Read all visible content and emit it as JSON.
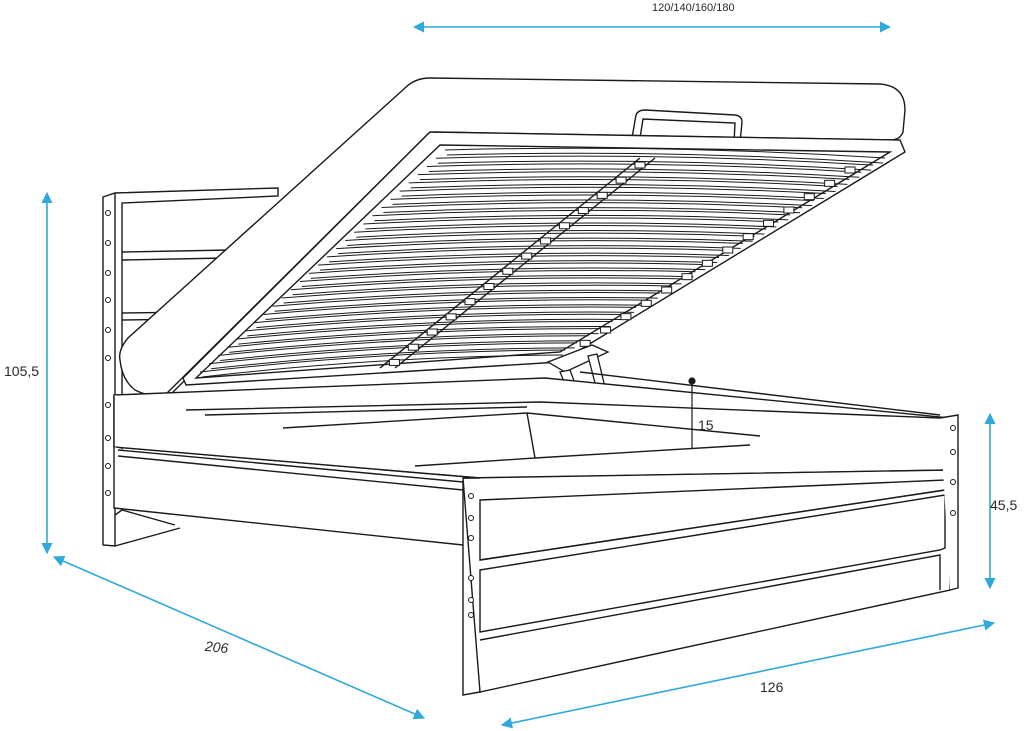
{
  "dimensions": {
    "width_options": "120/140/160/180",
    "total_height": "105,5",
    "frame_height": "45,5",
    "length": "206",
    "outer_width": "126",
    "storage_depth": "15"
  },
  "colors": {
    "dimension_line": "#2fa8dc",
    "drawing_line": "#1a1a1a",
    "background": "#ffffff"
  }
}
